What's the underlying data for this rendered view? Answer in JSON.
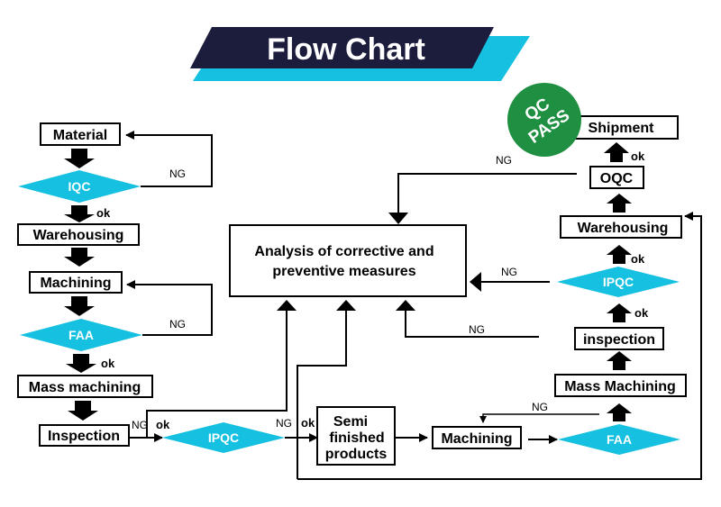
{
  "title": "Flow Chart",
  "colors": {
    "title_bg": "#1c1c3c",
    "title_accent": "#15c0e0",
    "diamond": "#15c0e0",
    "seal": "#1f8f42"
  },
  "seal": {
    "line1": "QC",
    "line2": "PASS"
  },
  "boxes": {
    "material": "Material",
    "warehousing_left": "Warehousing",
    "machining_left": "Machining",
    "mass_machining_left": "Mass machining",
    "inspection_left": "Inspection",
    "analysis_line1": "Analysis of corrective and",
    "analysis_line2": "preventive measures",
    "semi_line1": "Semi",
    "semi_line2": "finished",
    "semi_line3": "products",
    "machining_bottom": "Machining",
    "mass_machining_right": "Mass Machining",
    "inspection_right": "inspection",
    "warehousing_right": "Warehousing",
    "oqc": "OQC",
    "shipment": "Shipment"
  },
  "diamonds": {
    "iqc": "IQC",
    "faa_left": "FAA",
    "ipqc_bottom": "IPQC",
    "faa_right": "FAA",
    "ipqc_right": "IPQC"
  },
  "labels": {
    "ng_iqc": "NG",
    "ok_iqc": "ok",
    "ng_faa_left": "NG",
    "ok_faa_left": "ok",
    "ng_inspection": "NG",
    "ok_inspection": "ok",
    "ng_ipqc_bottom": "NG",
    "ok_ipqc_bottom": "ok",
    "ng_faa_right": "NG",
    "ok_mass_right": "ok",
    "ng_inspection_right": "NG",
    "ng_ipqc_right": "NG",
    "ok_ipqc_right": "ok",
    "ok_oqc": "ok",
    "ng_oqc": "NG"
  }
}
